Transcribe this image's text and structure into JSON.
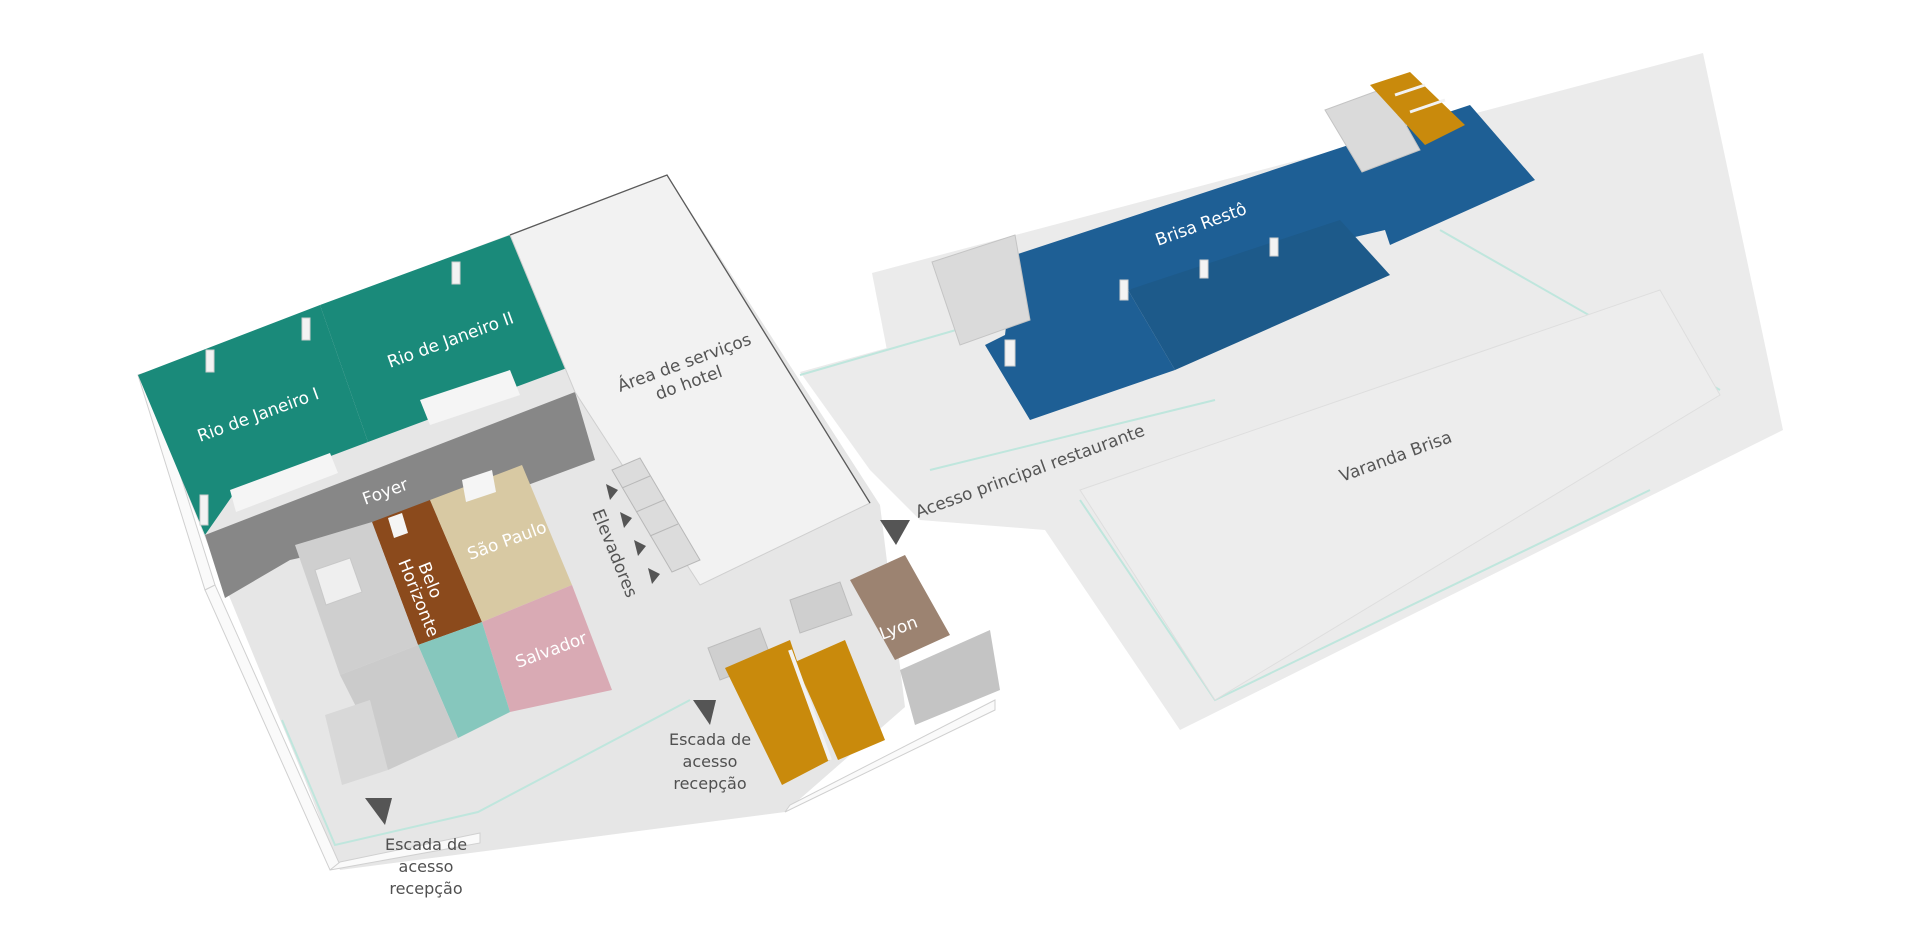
{
  "floor_plan": {
    "rooms": {
      "rio1": "Rio de Janeiro I",
      "rio2": "Rio de Janeiro II",
      "foyer": "Foyer",
      "sao_paulo": "São Paulo",
      "belo_horizonte_1": "Belo",
      "belo_horizonte_2": "Horizonte",
      "salvador": "Salvador",
      "service_1": "Área de serviços",
      "service_2": "do hotel",
      "elevators": "Elevadores",
      "lyon": "Lyon",
      "brisa_resto": "Brisa Restô",
      "varanda": "Varanda Brisa",
      "restaurant_access": "Acesso principal restaurante"
    },
    "stairs_label": [
      "Escada de",
      "acesso",
      "recepção"
    ],
    "colors": {
      "teal": "#1a8a7a",
      "blue": "#1e5f95",
      "brown": "#8b4a1c",
      "beige": "#d8c9a3",
      "pink": "#d9aab4",
      "mint": "#86c7bd",
      "mocha": "#9c8371",
      "amber": "#c98a0c",
      "dark_gray": "#878787"
    }
  }
}
